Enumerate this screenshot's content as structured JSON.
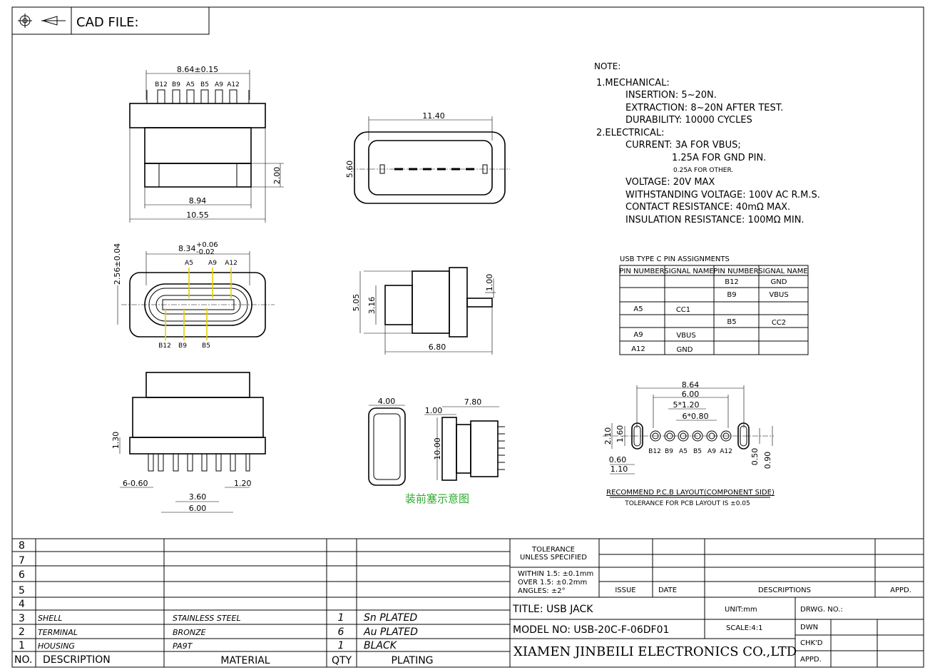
{
  "header": {
    "cad_label": "CAD FILE:",
    "icons": [
      "crosshair-target-icon",
      "projection-symbol-icon"
    ]
  },
  "notes": {
    "title": "NOTE:",
    "lines": [
      "1.MECHANICAL:",
      "INSERTION: 5~20N.",
      "EXTRACTION: 8~20N AFTER TEST.",
      "DURABILITY: 10000 CYCLES",
      "2.ELECTRICAL:",
      "CURRENT: 3A FOR VBUS;",
      "1.25A FOR GND PIN.",
      "0.25A FOR OTHER.",
      "VOLTAGE: 20V MAX",
      "WITHSTANDING VOLTAGE: 100V AC R.M.S.",
      "CONTACT RESISTANCE: 40mΩ MAX.",
      "INSULATION RESISTANCE: 100MΩ MIN."
    ]
  },
  "pin_table": {
    "title": "USB TYPE C PIN ASSIGNMENTS",
    "headers": [
      "PIN NUMBER",
      "SIGNAL NAME",
      "PIN NUMBER",
      "SIGNAL NAME"
    ],
    "rows": [
      [
        "",
        "",
        "B12",
        "GND"
      ],
      [
        "",
        "",
        "B9",
        "VBUS"
      ],
      [
        "A5",
        "CC1",
        "",
        ""
      ],
      [
        "",
        "",
        "B5",
        "CC2"
      ],
      [
        "A9",
        "VBUS",
        "",
        ""
      ],
      [
        "A12",
        "GND",
        "",
        ""
      ]
    ]
  },
  "views": {
    "top": {
      "width": "8.64±0.15",
      "pins": [
        "B12",
        "B9",
        "A5",
        "B5",
        "A9",
        "A12"
      ],
      "height": "2.00",
      "inner": "8.94",
      "outer": "10.55"
    },
    "end": {
      "width": "11.40",
      "height": "5.60"
    },
    "front": {
      "width": "8.34",
      "tol_plus": "+0.06",
      "tol_minus": "-0.02",
      "height": "2.56±0.04",
      "top_pins": [
        "A5",
        "A9",
        "A12"
      ],
      "bottom_pins": [
        "B12",
        "B9",
        "B5"
      ]
    },
    "side": {
      "h1": "5.05",
      "h2": "3.16",
      "h3": "1.00",
      "len": "6.80"
    },
    "bottom": {
      "h": "1.30",
      "pin_w": "6-0.60",
      "pitch": "1.20",
      "span1": "3.60",
      "span2": "6.00"
    },
    "plug": {
      "w": "4.00",
      "h": "10.00",
      "d": "7.80",
      "t": "1.00",
      "caption": "装前塞示意图"
    },
    "pcb": {
      "d1": "8.64",
      "d2": "6.00",
      "d3": "5*1.20",
      "d4": "6*0.80",
      "h1": "2.10",
      "h2": "1.60",
      "w1": "0.60",
      "w2": "1.10",
      "s1": "0.50",
      "s2": "0.90",
      "pins": [
        "B12",
        "B9",
        "A5",
        "B5",
        "A9",
        "A12"
      ],
      "caption": "RECOMMEND P.C.B LAYOUT(COMPONENT SIDE)",
      "tolerance": "TOLERANCE FOR PCB LAYOUT IS ±0.05"
    }
  },
  "bom": {
    "row_numbers": [
      "8",
      "7",
      "6",
      "5",
      "4"
    ],
    "items": [
      {
        "no": "3",
        "desc": "SHELL",
        "material": "STAINLESS STEEL",
        "qty": "1",
        "plating": "Sn PLATED"
      },
      {
        "no": "2",
        "desc": "TERMINAL",
        "material": "BRONZE",
        "qty": "6",
        "plating": "Au PLATED"
      },
      {
        "no": "1",
        "desc": "HOUSING",
        "material": "PA9T",
        "qty": "1",
        "plating": "BLACK"
      }
    ],
    "headers": {
      "no": "NO.",
      "desc": "DESCRIPTION",
      "material": "MATERIAL",
      "qty": "QTY",
      "plating": "PLATING"
    }
  },
  "title_block": {
    "tol1": "TOLERANCE",
    "tol2": "UNLESS SPECIFIED",
    "within": "WITHIN 1.5: ±0.1mm",
    "over": "OVER 1.5:  ±0.2mm",
    "angles": "ANGLES: ±2°",
    "issue": "ISSUE",
    "date": "DATE",
    "descriptions": "DESCRIPTIONS",
    "appd": "APPD.",
    "title": "TITLE:  USB JACK",
    "unit": "UNIT:mm",
    "drwg": "DRWG. NO.:",
    "model": "MODEL NO: USB-20C-F-06DF01",
    "scale": "SCALE:4:1",
    "dwn": "DWN",
    "chkd": "CHK'D",
    "appd2": "APPD.",
    "company": "XIAMEN JINBEILI ELECTRONICS CO.,LTD"
  },
  "colors": {
    "pin_marker": "#e6d200",
    "caption": "#2faa2f"
  }
}
